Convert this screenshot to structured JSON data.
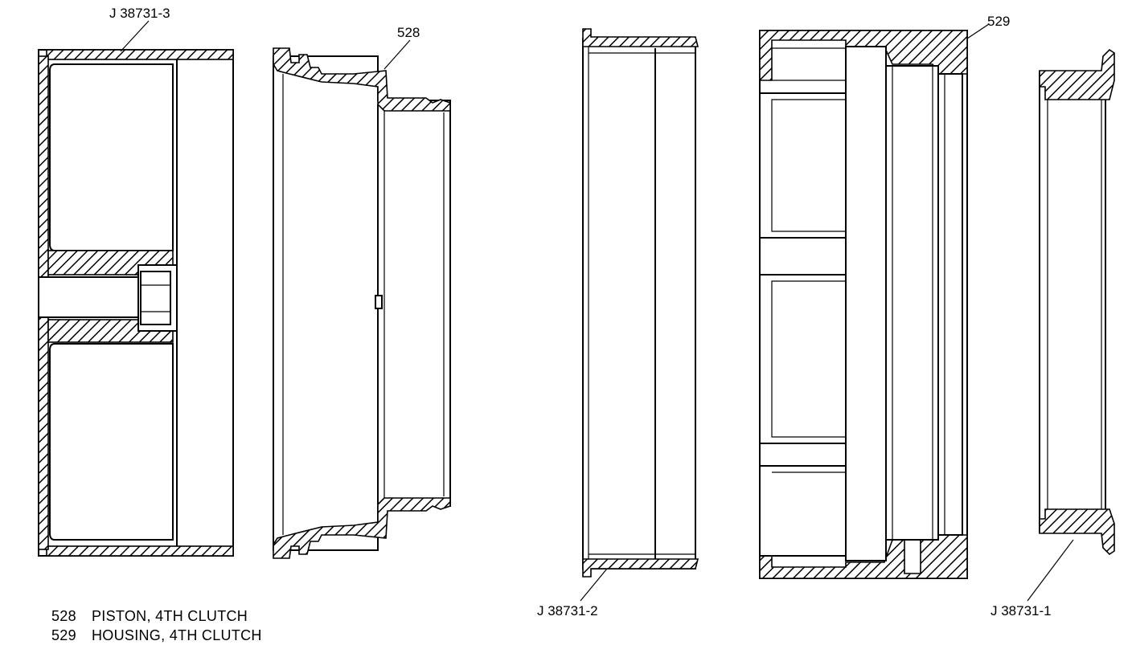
{
  "callouts": {
    "tool_3": "J 38731-3",
    "part_528": "528",
    "part_529": "529",
    "tool_2": "J 38731-2",
    "tool_1": "J 38731-1"
  },
  "legend": [
    {
      "number": "528",
      "description": "PISTON, 4TH CLUTCH"
    },
    {
      "number": "529",
      "description": "HOUSING, 4TH CLUTCH"
    }
  ]
}
